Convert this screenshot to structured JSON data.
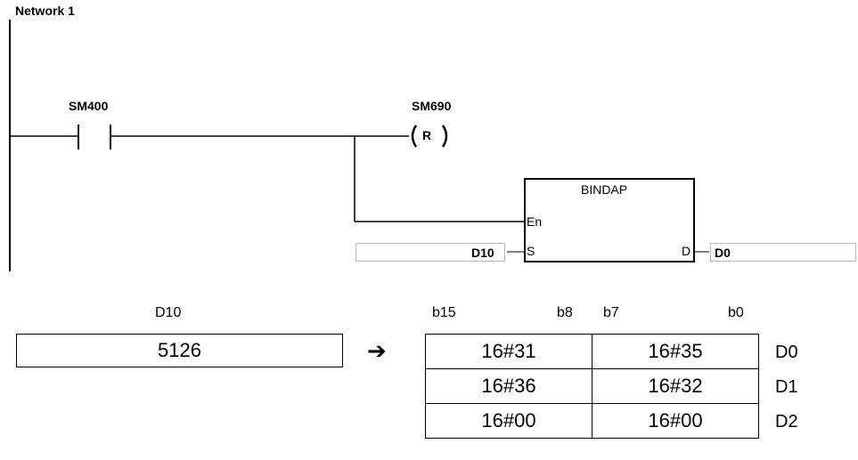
{
  "network": {
    "title": "Network 1"
  },
  "contact": {
    "label": "SM400"
  },
  "coil": {
    "label": "SM690",
    "symbol": "R"
  },
  "instruction": {
    "name": "BINDAP",
    "pin_en": "En",
    "pin_s": "S",
    "pin_d": "D",
    "operand_s": "D10",
    "operand_d": "D0"
  },
  "source": {
    "register": "D10",
    "value": "5126"
  },
  "arrow": "➔",
  "bit_labels": {
    "b15": "b15",
    "b8": "b8",
    "b7": "b7",
    "b0": "b0"
  },
  "result_table": {
    "rows": [
      {
        "high": "16#31",
        "low": "16#35",
        "register": "D0"
      },
      {
        "high": "16#36",
        "low": "16#32",
        "register": "D1"
      },
      {
        "high": "16#00",
        "low": "16#00",
        "register": "D2"
      }
    ]
  }
}
